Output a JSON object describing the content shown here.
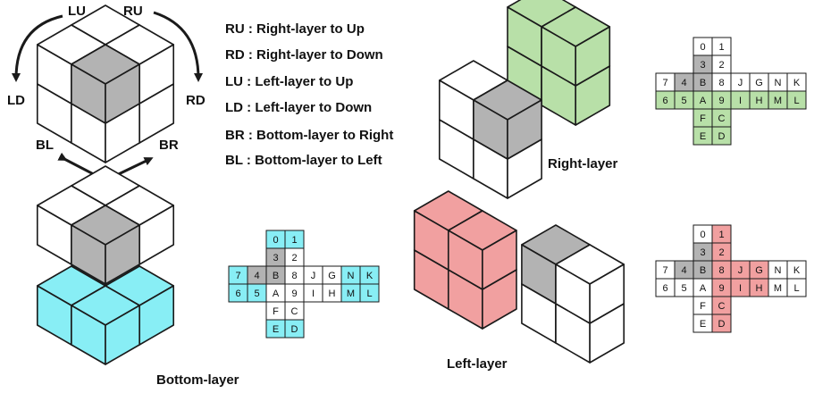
{
  "colors": {
    "white": "#ffffff",
    "gray": "#b3b3b3",
    "green": "#b8e0a8",
    "cyan": "#88eef5",
    "red": "#f1a0a0",
    "stroke": "#1a1a1a"
  },
  "rotation_labels": {
    "lu": "LU",
    "ru": "RU",
    "ld": "LD",
    "rd": "RD",
    "bl": "BL",
    "br": "BR"
  },
  "legend": [
    {
      "code": "RU",
      "sep": " : ",
      "desc": "Right-layer to Up"
    },
    {
      "code": "RD",
      "sep": " : ",
      "desc": "Right-layer to Down"
    },
    {
      "code": "LU",
      "sep": " : ",
      "desc": "Left-layer to Up"
    },
    {
      "code": "LD",
      "sep": " : ",
      "desc": "Left-layer to Down"
    },
    {
      "code": "BR",
      "sep": " : ",
      "desc": "Bottom-layer to Right"
    },
    {
      "code": "BL",
      "sep": " : ",
      "desc": "Bottom-layer to Left"
    }
  ],
  "captions": {
    "right": "Right-layer",
    "bottom": "Bottom-layer",
    "left": "Left-layer"
  },
  "net": {
    "top_rows": [
      [
        "0",
        "1"
      ],
      [
        "3",
        "2"
      ]
    ],
    "middle_row_1": [
      "7",
      "4",
      "B",
      "8",
      "J",
      "G",
      "N",
      "K"
    ],
    "middle_row_2": [
      "6",
      "5",
      "A",
      "9",
      "I",
      "H",
      "M",
      "L"
    ],
    "bottom_rows": [
      [
        "F",
        "C"
      ],
      [
        "E",
        "D"
      ]
    ]
  },
  "net_highlights": {
    "right": {
      "color": "green",
      "cells": [
        "1-2-0",
        "1-2-1",
        "1-2-2",
        "1-2-3",
        "1-2-4",
        "1-2-5",
        "1-2-6",
        "1-2-7",
        "2-0-0",
        "2-0-1",
        "2-1-0",
        "2-1-1"
      ]
    },
    "bottom": {
      "color": "cyan",
      "cells": [
        "0-0-0",
        "0-0-1",
        "1-0-0",
        "1-0-1",
        "1-0-6",
        "1-0-7",
        "1-2-0",
        "1-2-1",
        "1-2-6",
        "1-2-7",
        "2-1-0",
        "2-1-1"
      ]
    },
    "left": {
      "color": "red",
      "cells": [
        "0-0-1",
        "0-1-1",
        "1-0-3",
        "1-0-4",
        "1-0-5",
        "1-2-3",
        "1-2-4",
        "1-2-5",
        "2-0-1",
        "2-1-1"
      ]
    }
  }
}
